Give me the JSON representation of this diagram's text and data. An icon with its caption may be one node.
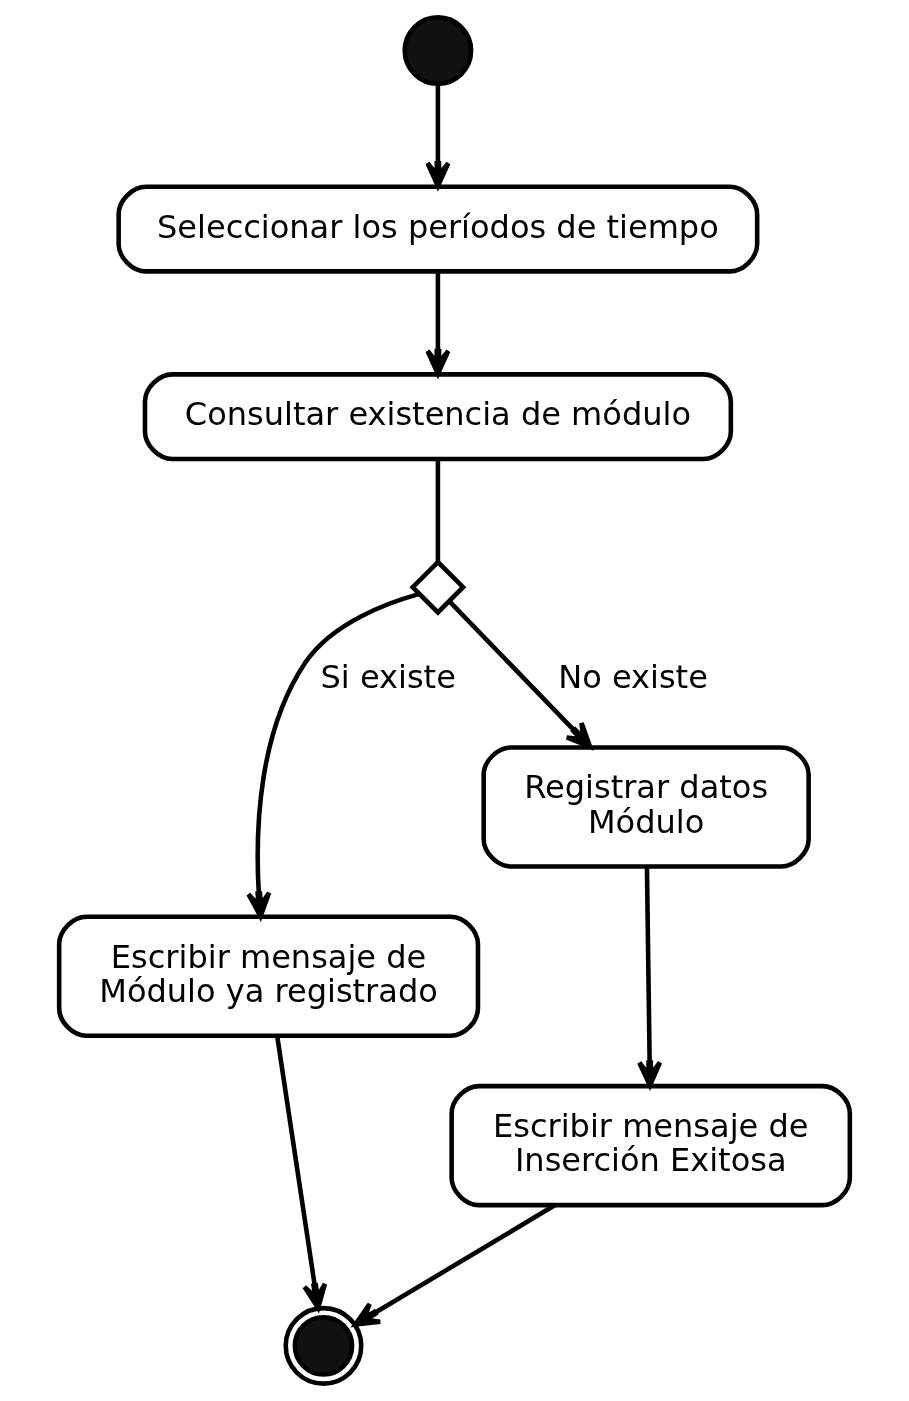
{
  "diagram": {
    "nodes": [
      {
        "text": [],
        "shape": "circle"
      },
      {
        "text": [
          "Seleccionar los períodos de tiempo"
        ]
      },
      {
        "text": [
          "Consultar existencia de módulo"
        ]
      },
      {
        "text": [],
        "shape": "diamond"
      },
      {
        "text": [
          "Escribir mensaje de Módulo ya registrado"
        ]
      },
      {
        "text": [
          "Registrar datos Módulo"
        ]
      },
      {
        "text": [
          "Escribir mensaje de Inserción Exitosa"
        ]
      },
      {
        "text": [],
        "shape": "circle"
      }
    ],
    "edges": [
      {
        "from": 0,
        "to": 1,
        "arrow": "to"
      },
      {
        "from": 1,
        "to": 2,
        "arrow": "to"
      },
      {
        "from": 2,
        "to": 3,
        "arrow": "none"
      },
      {
        "from": 3,
        "to": 4,
        "arrow": "to",
        "label": "Si existe"
      },
      {
        "from": 3,
        "to": 5,
        "arrow": "to",
        "label": "No existe"
      },
      {
        "from": 5,
        "to": 6,
        "arrow": "to"
      },
      {
        "from": 4,
        "to": 7,
        "arrow": "to"
      },
      {
        "from": 6,
        "to": 7,
        "arrow": "to"
      }
    ]
  }
}
